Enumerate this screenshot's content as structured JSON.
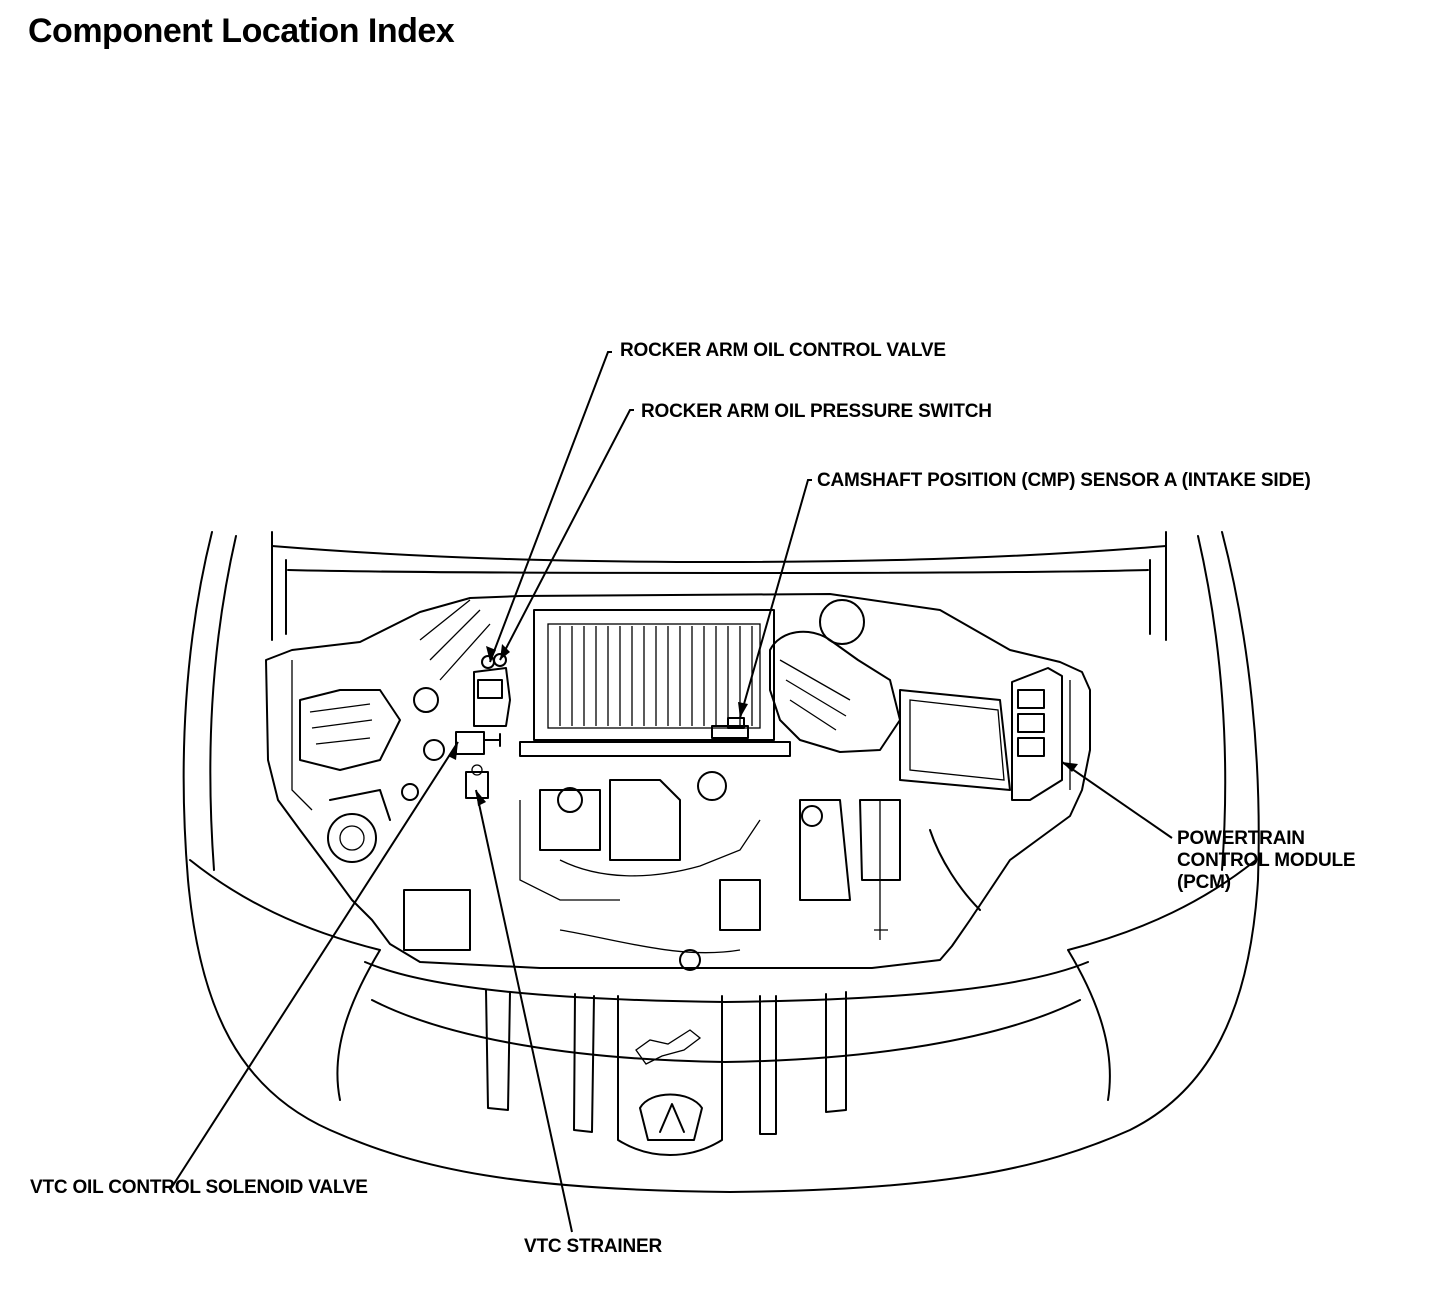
{
  "title": "Component Location Index",
  "labels": {
    "rocker_arm_oil_control_valve": "ROCKER ARM OIL CONTROL VALVE",
    "rocker_arm_oil_pressure_switch": "ROCKER ARM OIL PRESSURE SWITCH",
    "cmp_sensor_a": "CAMSHAFT POSITION (CMP) SENSOR A (INTAKE SIDE)",
    "pcm_line1": "POWERTRAIN",
    "pcm_line2": "CONTROL MODULE",
    "pcm_line3": "(PCM)",
    "vtc_oil_control_solenoid_valve": "VTC OIL CONTROL SOLENOID VALVE",
    "vtc_strainer": "VTC STRAINER"
  }
}
